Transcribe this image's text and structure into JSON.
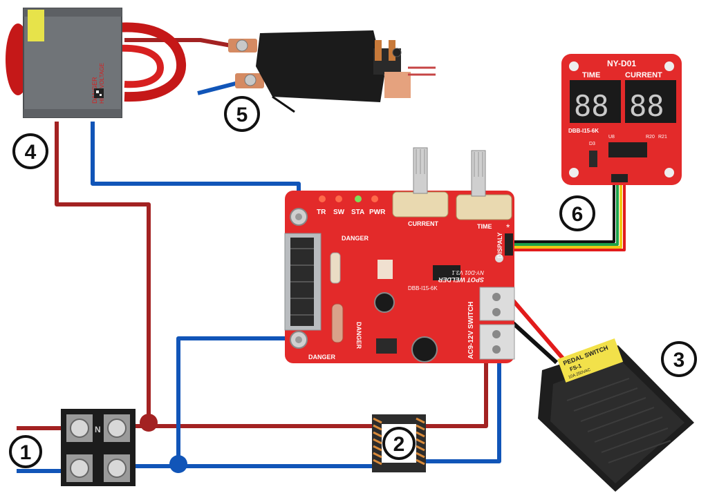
{
  "callouts": [
    "1",
    "2",
    "3",
    "4",
    "5",
    "6"
  ],
  "transformer": {
    "danger_text": "DANGER",
    "voltage_text": "HIGH VOLTAGE"
  },
  "board": {
    "danger_top": "DANGER",
    "danger_mid": "DANGER",
    "danger_bottom": "DANGER",
    "led_labels": [
      "TR",
      "SW",
      "STA",
      "PWR"
    ],
    "knob_current": "CURRENT",
    "knob_time": "TIME",
    "spot_welder": "SPOT WELDER",
    "model": "NY-D01 V3.1",
    "chip_label": "DBB-I15-6K",
    "display_label": "DISPALY",
    "switch_label": "AC9-12V SWITCH"
  },
  "display_module": {
    "title": "NY-D01",
    "time_label": "TIME",
    "current_label": "CURRENT",
    "time_digits": "88",
    "current_digits": "88",
    "chip": "DBB-I15-6K",
    "d3": "D3",
    "u8": "U8",
    "r20": "R20",
    "r21": "R21"
  },
  "pedal": {
    "title": "PEDAL SWITCH",
    "model": "FS-1",
    "rating": "10A 250VAC"
  },
  "terminal_block": {
    "symbol": "N"
  },
  "colors": {
    "live": "#a32222",
    "neutral": "#1155b8",
    "board": "#e32a2a",
    "black": "#1a1a1a"
  }
}
